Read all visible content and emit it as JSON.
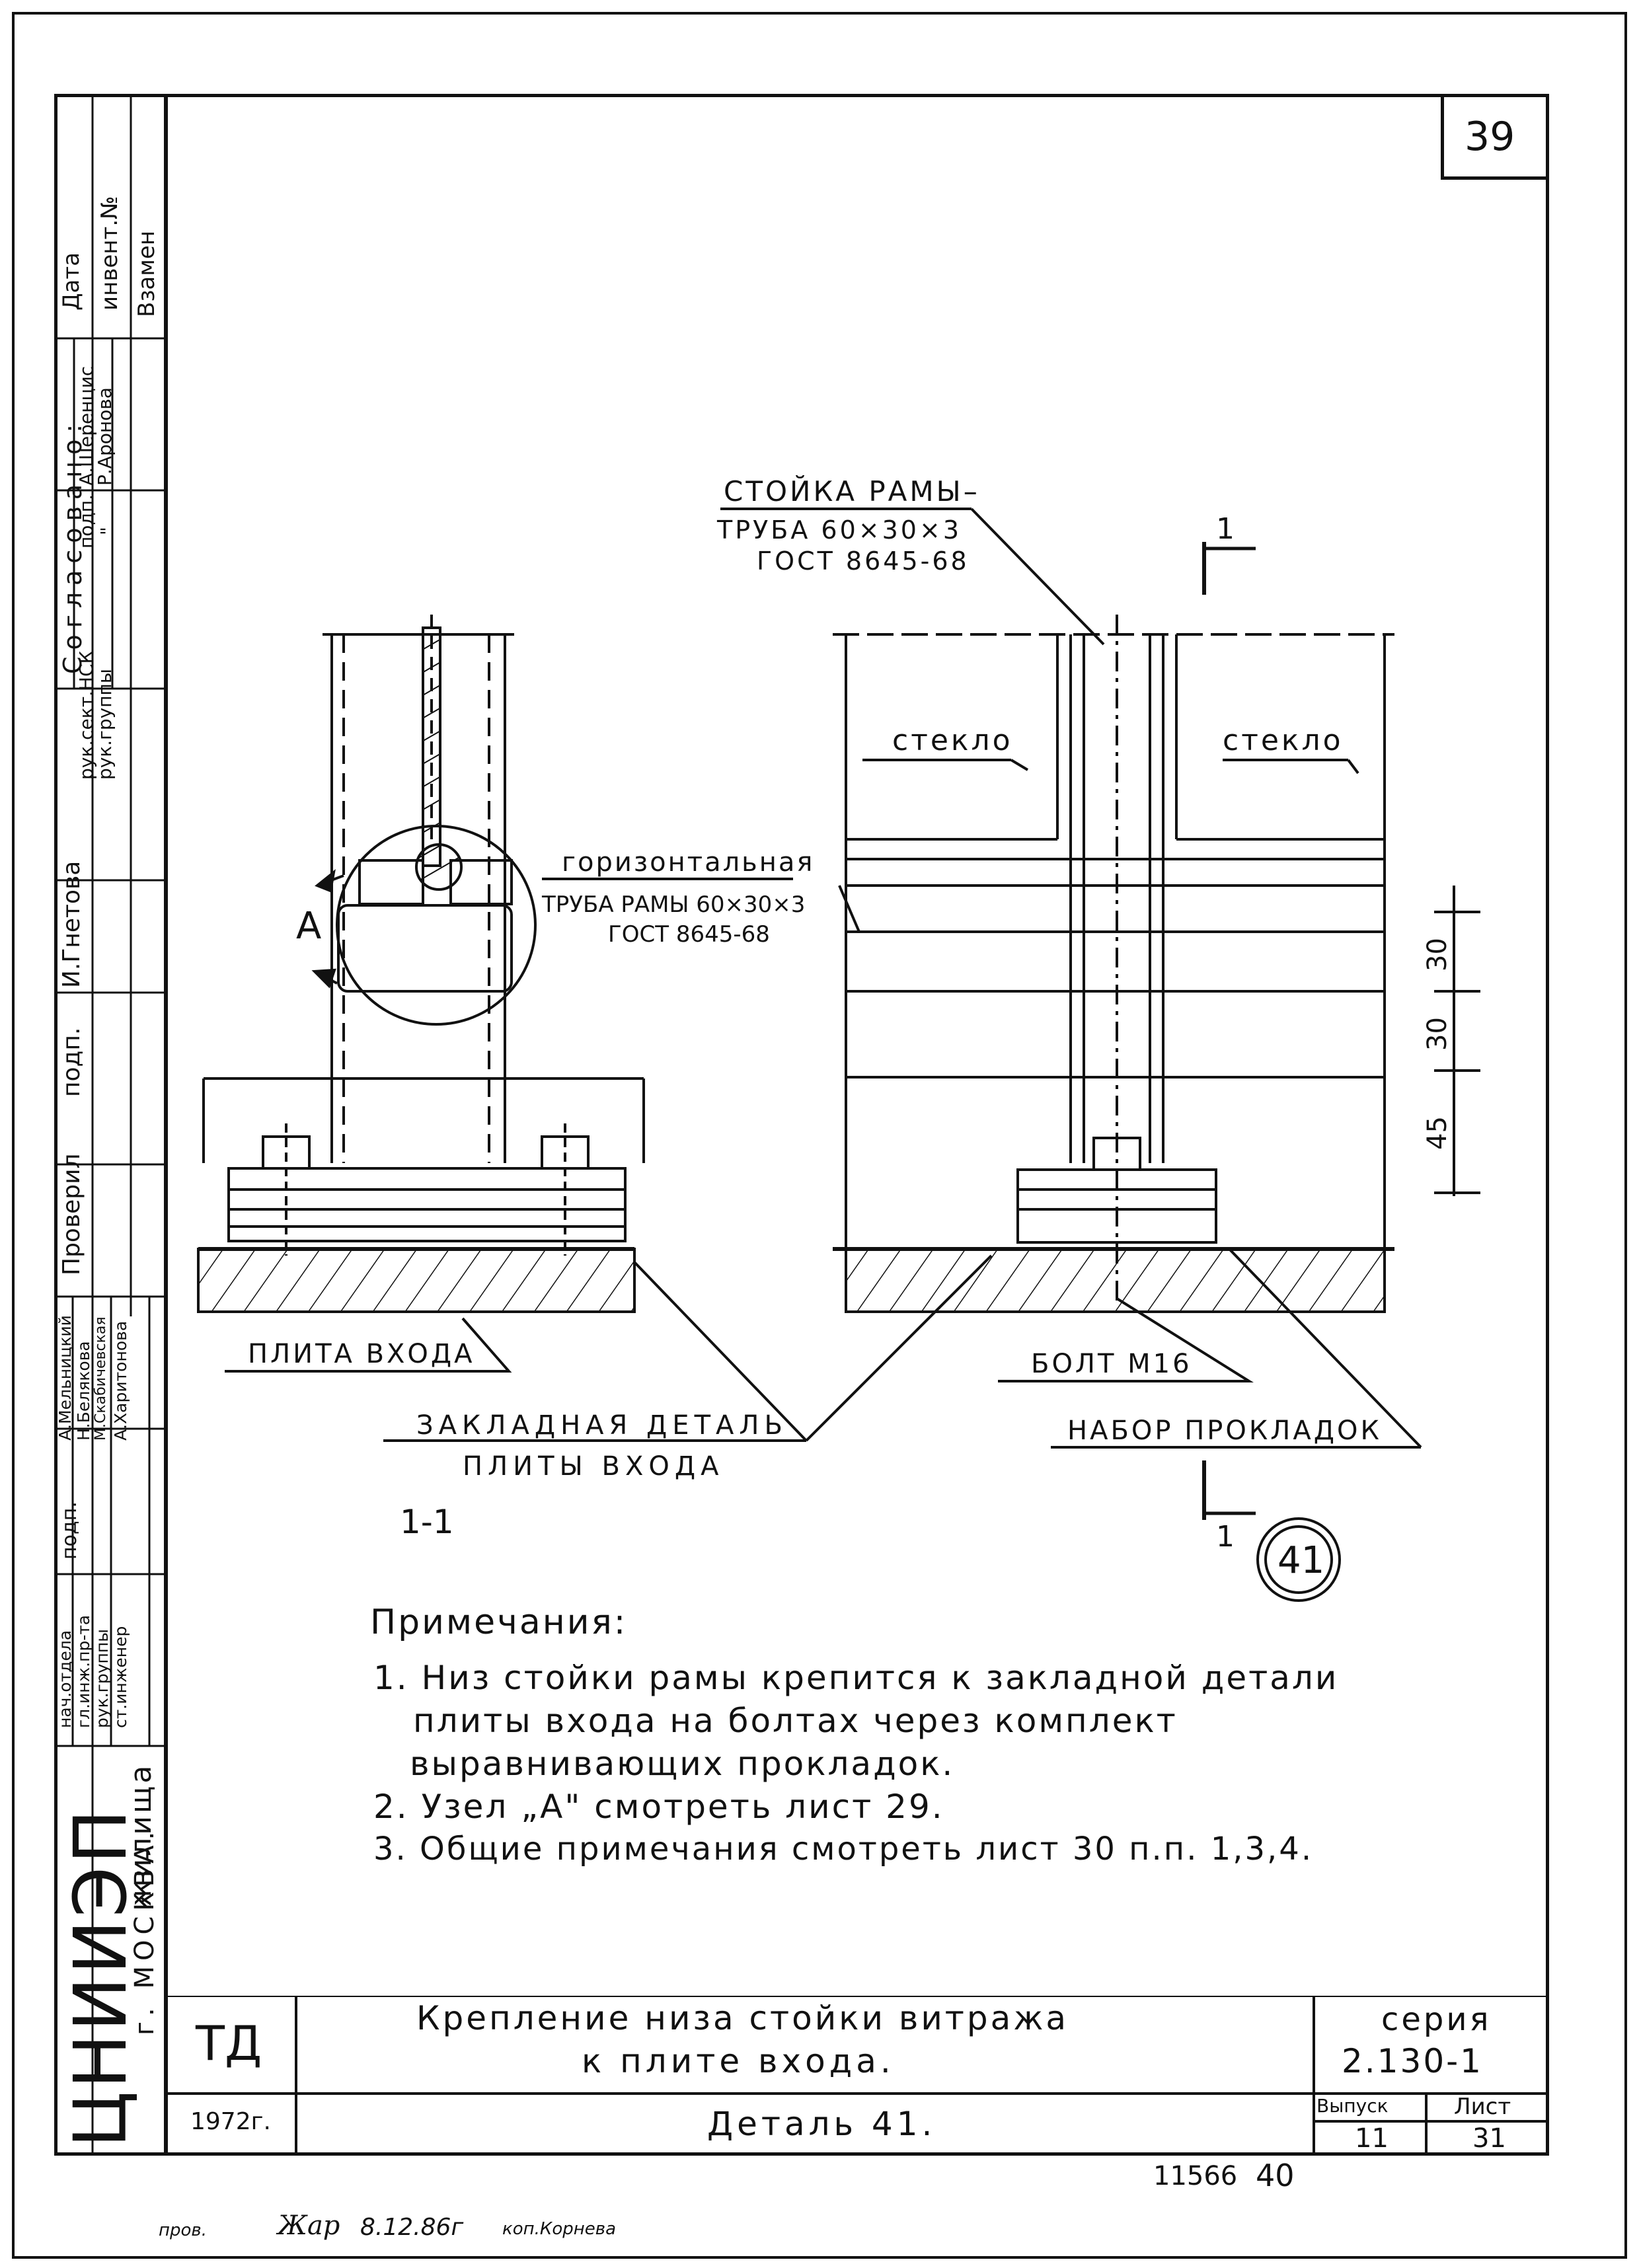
{
  "sheet_number": "39",
  "approval_block": {
    "date_label": "Дата",
    "inventory_label": "инвент.№",
    "replaces_label": "Взамен",
    "agreed_label": "Согласовано:",
    "sign_label": "подп.",
    "ditto": "\"",
    "agreed_rows": [
      {
        "role": "рук.сект.НСК",
        "name": "А.Шеренцис"
      },
      {
        "role": "рук.группы",
        "name": "Р.Аронова"
      }
    ],
    "checked_label": "Проверил",
    "checked_name": "И.Гнетова",
    "staff_rows": [
      {
        "role": "нач.отдела",
        "name": "А.Мельницкий"
      },
      {
        "role": "гл.инж.пр-та",
        "name": "Н.Белякова"
      },
      {
        "role": "рук.группы",
        "name": "М.Скабичевская"
      },
      {
        "role": "ст.инженер",
        "name": "А.Харитонова"
      }
    ],
    "org_logo": "ЦНИИЭП",
    "org_name": "жилища",
    "org_city": "г. МОСКВА."
  },
  "drawing": {
    "labels": {
      "stoyka_line1": "СТОЙКА РАМЫ–",
      "stoyka_line2": "ТРУБА 60×30×3",
      "stoyka_line3": "ГОСТ 8645-68",
      "steklo_left": "стекло",
      "steklo_right": "стекло",
      "horiz_line1": "горизонтальная",
      "horiz_line2": "ТРУБА РАМЫ 60×30×3",
      "horiz_line3": "ГОСТ 8645-68",
      "node_a": "А",
      "plita": "ПЛИТА ВХОДА",
      "zakl_line1": "ЗАКЛАДНАЯ ДЕТАЛЬ",
      "zakl_line2": "ПЛИТЫ ВХОДА",
      "bolt": "БОЛТ М16",
      "nabor": "НАБОР ПРОКЛАДОК",
      "section_title": "1-1",
      "section_mark": "1",
      "detail_number": "41",
      "dims": [
        "30",
        "30",
        "45"
      ]
    }
  },
  "notes": {
    "heading": "Примечания:",
    "items": [
      "1. Низ стойки рамы крепится к закладной детали",
      "плиты входа на болтах через комплект",
      "выравнивающих прокладок.",
      "2. Узел „А\" смотреть лист 29.",
      "3. Общие примечания смотреть лист 30 п.п. 1,3,4."
    ]
  },
  "title_block": {
    "code": "ТД",
    "year": "1972г.",
    "title_line1": "Крепление низа стойки витража",
    "title_line2": "к плите входа.",
    "subtitle": "Деталь 41.",
    "series_label": "серия",
    "series_value": "2.130-1",
    "issue_label": "Выпуск",
    "issue_value": "11",
    "sheet_label": "Лист",
    "sheet_value": "31"
  },
  "footer": {
    "archive_number": "11566",
    "archive_page": "40",
    "checked_label": "пров.",
    "checked_sign": "Жар",
    "date": "8.12.86г",
    "copy_label": "коп.Корнева"
  }
}
